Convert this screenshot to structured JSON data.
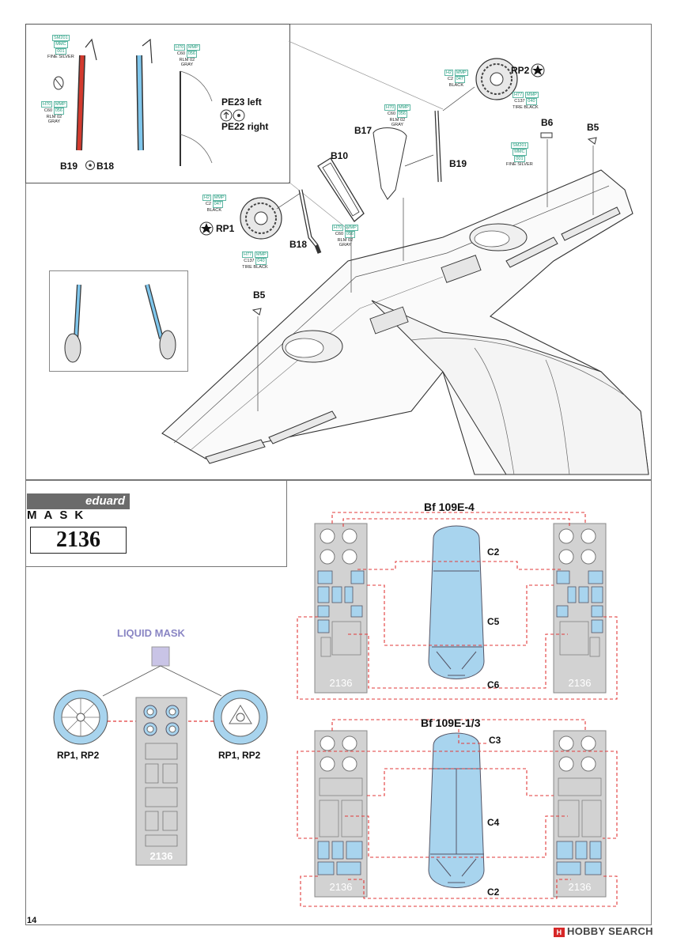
{
  "page_number": "14",
  "watermark": {
    "logo": "H",
    "brand": "HOBBY SEARCH"
  },
  "colors": {
    "mask_blue": "#a8d4ee",
    "paint_code": "#1e9a7a",
    "red_dash": "#e23a3a",
    "mask_grey": "#cfcfcf",
    "liquid_mask": "#c9c4e6"
  },
  "inset": {
    "part_left": "B19",
    "part_right": "B18",
    "pe_left": "PE23 left",
    "pe_right": "PE22 right",
    "paint_silver": {
      "a": "SM201",
      "b": "MMC",
      "c": "001",
      "name": "FINE SILVER"
    },
    "paint_gray": {
      "a": "H70",
      "a2": "MMP",
      "b": "C60",
      "b2": "056",
      "name1": "RLM 02",
      "name2": "GRAY"
    },
    "paint_gray2": {
      "a": "H70",
      "a2": "MMP",
      "b": "C60",
      "b2": "056",
      "name1": "RLM 02",
      "name2": "GRAY"
    }
  },
  "callouts": {
    "rp2": "RP2",
    "rp1": "RP1",
    "b17": "B17",
    "b19": "B19",
    "b10": "B10",
    "b18": "B18",
    "b6": "B6",
    "b5_top": "B5",
    "b5_left": "B5",
    "black_rp2": {
      "a": "H2",
      "a2": "MMP",
      "b": "C2",
      "b2": "047",
      "name": "BLACK"
    },
    "tire_rp2": {
      "a": "H77",
      "a2": "MMP",
      "b": "C137",
      "b2": "040",
      "name": "TIRE BLACK"
    },
    "gray_b17": {
      "a": "H70",
      "a2": "MMP",
      "b": "C60",
      "b2": "056",
      "name1": "RLM 02",
      "name2": "GRAY"
    },
    "silver_b6": {
      "a": "SM201",
      "b": "MMC",
      "c": "001",
      "name": "FINE SILVER"
    },
    "black_rp1": {
      "a": "H2",
      "a2": "MMP",
      "b": "C2",
      "b2": "047",
      "name": "BLACK"
    },
    "tire_rp1": {
      "a": "H77",
      "a2": "MMP",
      "b": "C137",
      "b2": "040",
      "name": "TIRE BLACK"
    },
    "gray_b18": {
      "a": "H70",
      "a2": "MMP",
      "b": "C60",
      "b2": "056",
      "name1": "RLM 02",
      "name2": "GRAY"
    }
  },
  "mask": {
    "brand": "eduard",
    "label": "MASK",
    "number": "2136",
    "liquid_mask": "LIQUID MASK",
    "wheel_left": "RP1, RP2",
    "wheel_right": "RP1, RP2",
    "sheet_number": "2136"
  },
  "variants": [
    {
      "title": "Bf 109E-4",
      "parts": [
        "C2",
        "C5",
        "C6"
      ],
      "sheet_number": "2136"
    },
    {
      "title": "Bf 109E-1/3",
      "parts": [
        "C3",
        "C4",
        "C2"
      ],
      "sheet_number": "2136"
    }
  ]
}
